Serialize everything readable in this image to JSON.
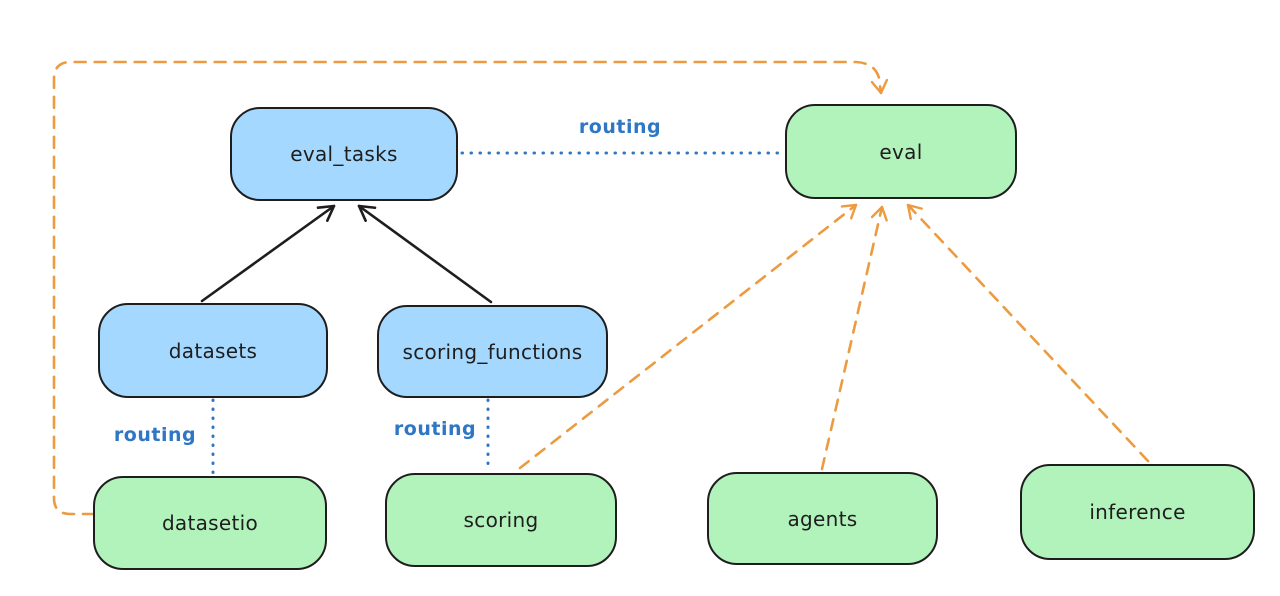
{
  "nodes": {
    "eval_tasks": {
      "label": "eval_tasks",
      "kind": "resource"
    },
    "eval": {
      "label": "eval",
      "kind": "api"
    },
    "datasets": {
      "label": "datasets",
      "kind": "resource"
    },
    "scoring_functions": {
      "label": "scoring_functions",
      "kind": "resource"
    },
    "datasetio": {
      "label": "datasetio",
      "kind": "api"
    },
    "scoring": {
      "label": "scoring",
      "kind": "api"
    },
    "agents": {
      "label": "agents",
      "kind": "api"
    },
    "inference": {
      "label": "inference",
      "kind": "api"
    }
  },
  "edge_labels": {
    "routing_top": "routing",
    "routing_left": "routing",
    "routing_mid": "routing"
  },
  "colors": {
    "blue_node_fill": "#a5d8ff",
    "green_node_fill": "#b2f2bb",
    "node_stroke": "#1e1e1e",
    "routing_line": "#2f76c5",
    "dependency_arrow": "#1e1e1e",
    "provider_arrow": "#ec9b40",
    "canvas_bg": "#ffffff"
  }
}
